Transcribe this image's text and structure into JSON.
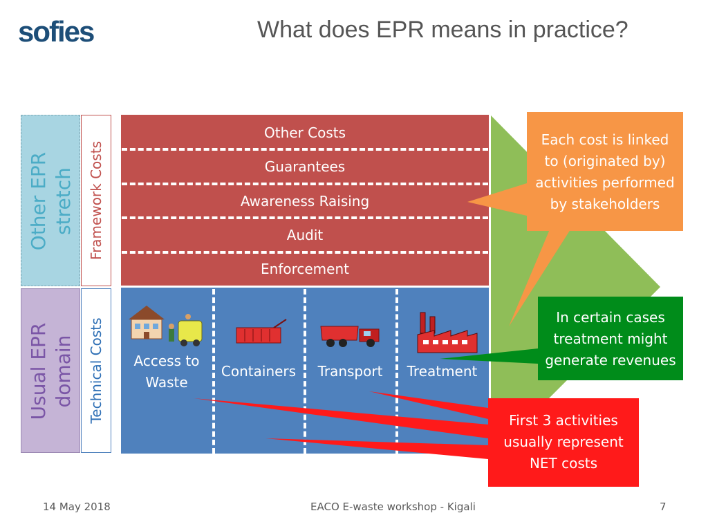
{
  "header": {
    "logo": "sofies",
    "title": "What does EPR means in practice?"
  },
  "side": {
    "top_label_1": "Other EPR",
    "top_label_2": "stretch",
    "bottom_label_1": "Usual EPR",
    "bottom_label_2": "domain",
    "framework": "Framework Costs",
    "technical": "Technical Costs"
  },
  "framework_rows": [
    "Other Costs",
    "Guarantees",
    "Awareness Raising",
    "Audit",
    "Enforcement"
  ],
  "technical_cols": {
    "access_1": "Access to",
    "access_2": "Waste",
    "containers": "Containers",
    "transport": "Transport",
    "treatment": "Treatment"
  },
  "callouts": {
    "orange": [
      "Each cost is linked",
      "to (originated by)",
      "activities performed",
      "by stakeholders"
    ],
    "green": [
      "In certain cases",
      "treatment might",
      "generate revenues"
    ],
    "red": [
      "First 3 activities",
      "usually represent",
      "NET costs"
    ]
  },
  "colors": {
    "framework": "#c0504d",
    "technical": "#4f81bd",
    "orange": "#f79646",
    "green": "#008c1a",
    "red": "#ff1a1a",
    "arrow": "#8fbe58"
  },
  "footer": {
    "date": "14 May 2018",
    "event": "EACO E-waste workshop - Kigali",
    "page": "7"
  }
}
